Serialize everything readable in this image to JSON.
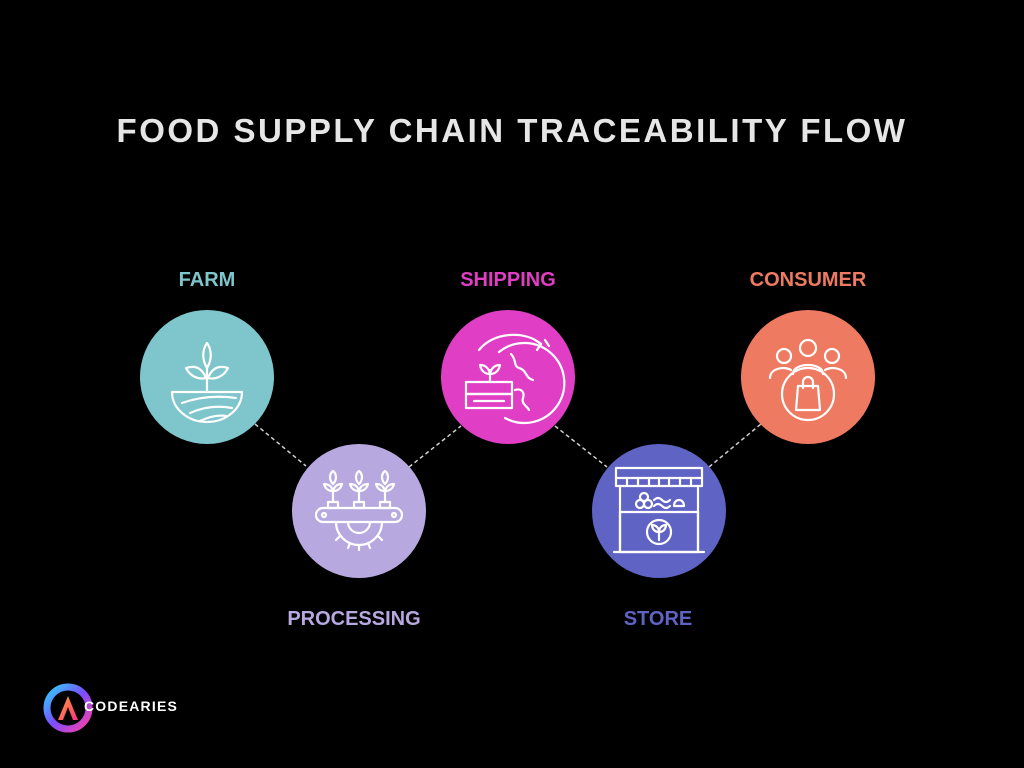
{
  "title": "FOOD SUPPLY CHAIN TRACEABILITY FLOW",
  "stages": [
    {
      "label": "FARM",
      "color": "#7ec5cc",
      "icon": "plant-field-icon"
    },
    {
      "label": "PROCESSING",
      "color": "#b7a9df",
      "icon": "conveyor-plants-icon"
    },
    {
      "label": "SHIPPING",
      "color": "#e03ec4",
      "icon": "globe-shipping-crate-icon"
    },
    {
      "label": "STORE",
      "color": "#5e63c4",
      "icon": "market-stall-icon"
    },
    {
      "label": "CONSUMER",
      "color": "#ef7a62",
      "icon": "people-shopping-bag-icon"
    }
  ],
  "brand": {
    "name": "CODEARIES"
  }
}
